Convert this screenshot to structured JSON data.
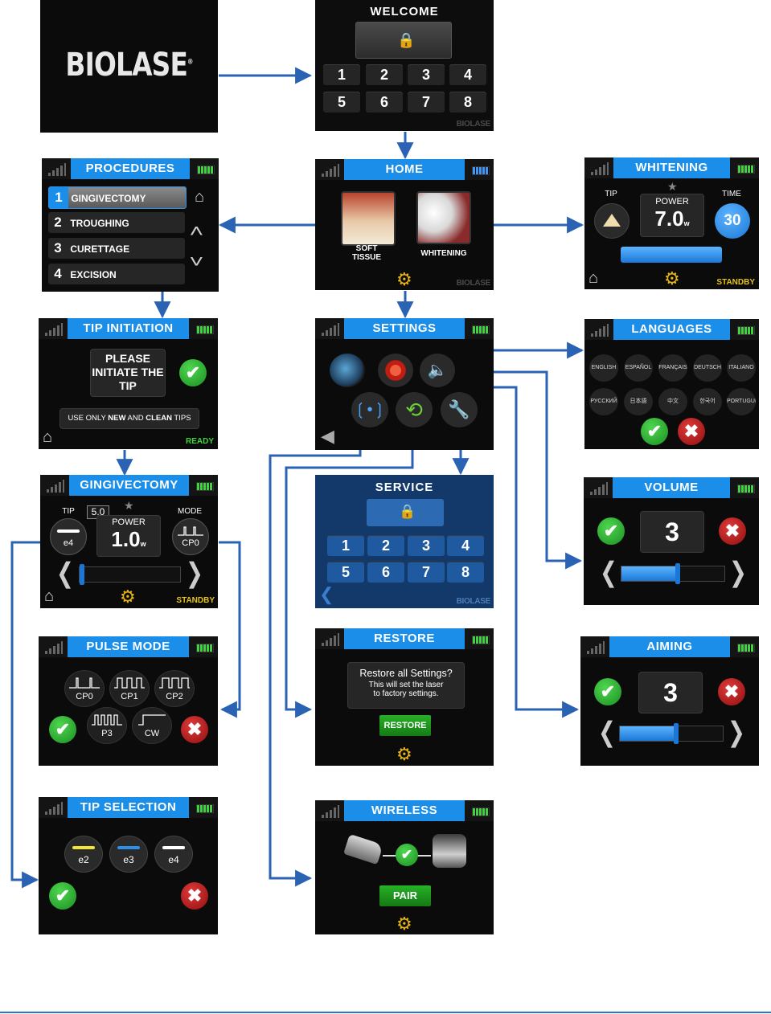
{
  "logo": {
    "text": "BIOLASE",
    "mark": "®"
  },
  "watermark": "BIOLASE",
  "welcome": {
    "title": "WELCOME",
    "keys": [
      "1",
      "2",
      "3",
      "4",
      "5",
      "6",
      "7",
      "8"
    ]
  },
  "home": {
    "title": "HOME",
    "soft_tissue": "SOFT TISSUE",
    "whitening": "WHITENING"
  },
  "procedures": {
    "title": "PROCEDURES",
    "items": [
      {
        "num": "1",
        "label": "GINGIVECTOMY"
      },
      {
        "num": "2",
        "label": "TROUGHING"
      },
      {
        "num": "3",
        "label": "CURETTAGE"
      },
      {
        "num": "4",
        "label": "EXCISION"
      }
    ]
  },
  "whitening_screen": {
    "title": "WHITENING",
    "tip_label": "TIP",
    "power_label": "POWER",
    "power_value": "7.0",
    "unit": "w",
    "time_label": "TIME",
    "time_value": "30",
    "status": "STANDBY"
  },
  "tip_initiation": {
    "title": "TIP INITIATION",
    "message": "PLEASE INITIATE THE TIP",
    "note_prefix": "USE ONLY ",
    "note_new": "NEW",
    "note_and": " AND ",
    "note_clean": "CLEAN",
    "note_suffix": " TIPS",
    "status": "READY"
  },
  "settings": {
    "title": "SETTINGS"
  },
  "languages": {
    "title": "LANGUAGES",
    "items": [
      "ENGLISH",
      "ESPAÑOL",
      "FRANÇAIS",
      "DEUTSCH",
      "ITALIANO",
      "РУССКИЙ",
      "日本語",
      "中文",
      "한국어",
      "PORTUGUÊS"
    ]
  },
  "gingivectomy": {
    "title": "GINGIVECTOMY",
    "tip_label": "TIP",
    "tip_length": "5.0",
    "power_label": "POWER",
    "power_value": "1.0",
    "unit": "w",
    "mode_label": "MODE",
    "tip_name": "e4",
    "mode_name": "CP0",
    "status": "STANDBY",
    "power_level": 0.0
  },
  "service": {
    "title": "SERVICE",
    "keys": [
      "1",
      "2",
      "3",
      "4",
      "5",
      "6",
      "7",
      "8"
    ]
  },
  "volume": {
    "title": "VOLUME",
    "value": "3",
    "level": 0.55
  },
  "pulse_mode": {
    "title": "PULSE MODE",
    "modes": [
      "CP0",
      "CP1",
      "CP2",
      "P3",
      "CW"
    ]
  },
  "restore": {
    "title": "RESTORE",
    "question": "Restore all Settings?",
    "line1": "This will set the laser",
    "line2": "to factory settings.",
    "button": "RESTORE"
  },
  "aiming": {
    "title": "AIMING",
    "value": "3",
    "level": 0.55
  },
  "tip_selection": {
    "title": "TIP SELECTION",
    "tips": [
      "e2",
      "e3",
      "e4"
    ]
  },
  "wireless": {
    "title": "WIRELESS",
    "button": "PAIR"
  },
  "colors": {
    "accent": "#1a8ee8",
    "arrow": "#2b63b4",
    "ok": "#2aa52a",
    "cancel": "#b01818",
    "standby": "#e6c21a"
  }
}
